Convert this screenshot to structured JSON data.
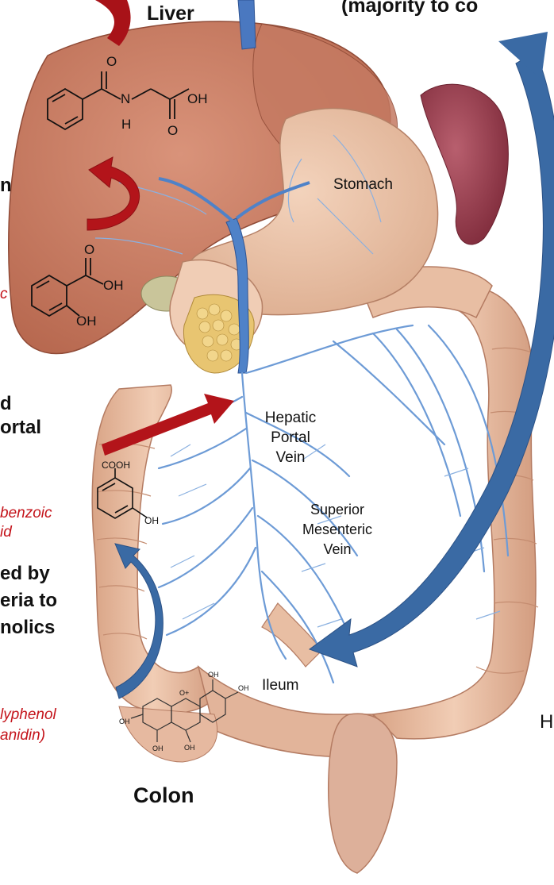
{
  "organs": {
    "liver": "Liver",
    "stomach": "Stomach",
    "hepatic_portal_vein": [
      "Hepatic",
      "Portal",
      "Vein"
    ],
    "superior_mesenteric_vein": [
      "Superior",
      "Mesenteric",
      "Vein"
    ],
    "ileum": "Ileum",
    "colon": "Colon"
  },
  "annotations": {
    "top_right": "(majority to co",
    "absorbed_line1": "d",
    "absorbed_line2": "ortal",
    "metabolized_line1": "ed by",
    "metabolized_line2": "eria to",
    "metabolized_line3": "nolics",
    "polyphenol_line1": "lyphenol",
    "polyphenol_line2": "anidin)",
    "benzoic_line1": "benzoic",
    "benzoic_line2": "id",
    "left_fragment_c": "c",
    "left_fragment_n": "n",
    "right_edge_fragment": "H"
  },
  "chem_labels": {
    "oh": "OH",
    "o": "O",
    "n": "N",
    "h": "H",
    "cooh": "COOH",
    "o_plus": "O+"
  },
  "colors": {
    "red_arrow": "#b3141a",
    "blue_arrow": "#3a6aa4",
    "liver": "#c87a62",
    "intestine": "#e2b49a",
    "vein": "#5f8fcf",
    "red_text": "#c4141b"
  }
}
